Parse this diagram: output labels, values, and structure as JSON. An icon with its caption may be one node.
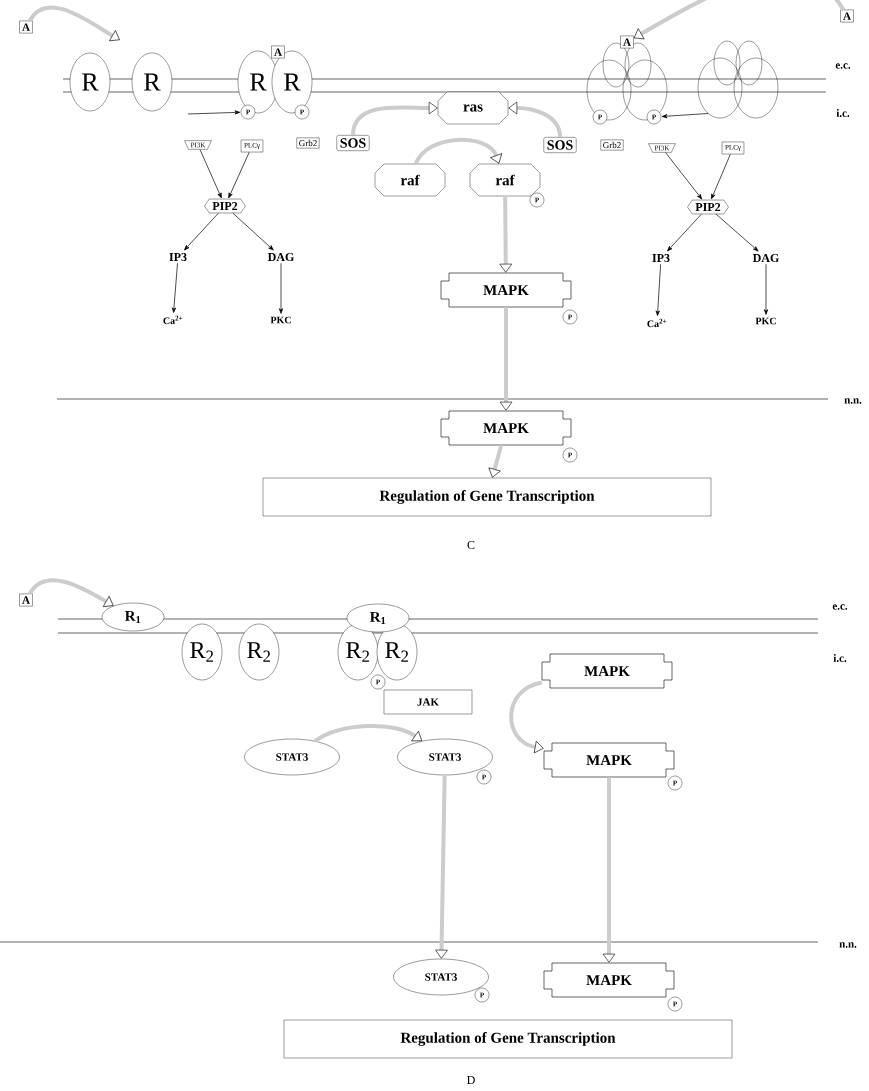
{
  "diagram": {
    "nodes": [
      {
        "text": [
          "A"
        ]
      },
      {
        "text": [
          "R"
        ]
      },
      {
        "text": [
          "R"
        ]
      },
      {
        "text": [
          "R"
        ]
      },
      {
        "text": [
          "R"
        ]
      },
      {
        "text": [
          "A"
        ]
      },
      {
        "text": [
          "P"
        ]
      },
      {
        "text": [
          "P"
        ]
      },
      {
        "text": [
          "PI3K"
        ]
      },
      {
        "text": [
          "PLCγ"
        ]
      },
      {
        "text": [
          "Grb2"
        ]
      },
      {
        "text": [
          "SOS"
        ]
      },
      {
        "text": [
          "ras"
        ]
      },
      {
        "text": [
          "raf"
        ]
      },
      {
        "text": [
          "raf"
        ]
      },
      {
        "text": [
          "P"
        ]
      },
      {
        "text": [
          "SOS"
        ]
      },
      {
        "text": [
          "Grb2"
        ]
      },
      {
        "text": [
          "A"
        ]
      },
      {
        "text": [
          "A"
        ]
      },
      {
        "text": [],
        "shape": "ellipse"
      },
      {
        "text": [
          "P"
        ]
      },
      {
        "text": [
          "P"
        ]
      },
      {
        "text": [],
        "shape": "ellipse"
      },
      {
        "text": [
          "PI3K"
        ]
      },
      {
        "text": [
          "PLCγ"
        ]
      },
      {
        "text": [
          "PIP2"
        ]
      },
      {
        "text": [
          "PIP2"
        ]
      },
      {
        "text": [
          "IP3"
        ]
      },
      {
        "text": [
          "DAG"
        ]
      },
      {
        "text": [
          "IP3"
        ]
      },
      {
        "text": [
          "DAG"
        ]
      },
      {
        "text": [
          "Ca$^{2+}$"
        ]
      },
      {
        "text": [
          "PKC"
        ]
      },
      {
        "text": [
          "Ca$^{2+}$"
        ]
      },
      {
        "text": [
          "PKC"
        ]
      },
      {
        "text": [
          "MAPK"
        ]
      },
      {
        "text": [
          "P"
        ]
      },
      {
        "text": [
          "MAPK"
        ]
      },
      {
        "text": [
          "P"
        ]
      },
      {
        "text": [
          "Regulation of Gene Transcription"
        ]
      },
      {
        "text": [
          "A"
        ]
      },
      {
        "text": [
          "R$_{1}$"
        ]
      },
      {
        "text": [
          "R$_{2}$"
        ]
      },
      {
        "text": [
          "R$_{2}$"
        ]
      },
      {
        "text": [
          "R$_{1}$"
        ]
      },
      {
        "text": [
          "R$_{2}$"
        ]
      },
      {
        "text": [
          "R$_{2}$"
        ]
      },
      {
        "text": [
          "P"
        ]
      },
      {
        "text": [
          "JAK"
        ]
      },
      {
        "text": [
          "STAT3"
        ]
      },
      {
        "text": [
          "STAT3"
        ]
      },
      {
        "text": [
          "P"
        ]
      },
      {
        "text": [
          "MAPK"
        ]
      },
      {
        "text": [
          "MAPK"
        ]
      },
      {
        "text": [
          "P"
        ]
      },
      {
        "text": [
          "STAT3"
        ]
      },
      {
        "text": [
          "P"
        ]
      },
      {
        "text": [
          "MAPK"
        ]
      },
      {
        "text": [
          "P"
        ]
      },
      {
        "text": [
          "Regulation of Gene Transcription"
        ]
      },
      {
        "text": [],
        "shape": "ellipse"
      },
      {
        "text": [],
        "shape": "ellipse"
      },
      {
        "text": [],
        "shape": "ellipse"
      },
      {
        "text": [],
        "shape": "ellipse"
      },
      {
        "text": [],
        "shape": "ellipse"
      },
      {
        "text": [],
        "shape": "ellipse"
      }
    ],
    "edges": [
      {
        "from": 0,
        "to": null,
        "arrow": "to",
        "style": "thick",
        "color": "#cccccc"
      },
      {
        "from": null,
        "to": 6,
        "arrow": "to"
      },
      {
        "from": 11,
        "to": 12,
        "arrow": "to",
        "style": "thick",
        "color": "#cccccc"
      },
      {
        "from": 16,
        "to": 12,
        "arrow": "to",
        "style": "thick",
        "color": "#cccccc"
      },
      {
        "from": 13,
        "to": 14,
        "arrow": "to",
        "style": "thick",
        "color": "#cccccc"
      },
      {
        "from": 18,
        "to": 19,
        "arrow": "to",
        "style": "thick",
        "color": "#cccccc"
      },
      {
        "from": 23,
        "to": 22,
        "arrow": "to"
      },
      {
        "from": 8,
        "to": 26,
        "arrow": "to"
      },
      {
        "from": 9,
        "to": 26,
        "arrow": "to"
      },
      {
        "from": 26,
        "to": 28,
        "arrow": "to"
      },
      {
        "from": 26,
        "to": 29,
        "arrow": "to"
      },
      {
        "from": 28,
        "to": 32,
        "arrow": "to"
      },
      {
        "from": 29,
        "to": 33,
        "arrow": "to"
      },
      {
        "from": 24,
        "to": 27,
        "arrow": "to"
      },
      {
        "from": 25,
        "to": 27,
        "arrow": "to"
      },
      {
        "from": 27,
        "to": 30,
        "arrow": "to"
      },
      {
        "from": 27,
        "to": 31,
        "arrow": "to"
      },
      {
        "from": 30,
        "to": 34,
        "arrow": "to"
      },
      {
        "from": 31,
        "to": 35,
        "arrow": "to"
      },
      {
        "from": 14,
        "to": 36,
        "arrow": "to",
        "style": "thick",
        "color": "#cccccc"
      },
      {
        "from": 36,
        "to": 38,
        "arrow": "to",
        "style": "thick",
        "color": "#cccccc"
      },
      {
        "from": 38,
        "to": 40,
        "arrow": "to",
        "style": "thick",
        "color": "#cccccc"
      },
      {
        "from": 41,
        "to": 42,
        "arrow": "to",
        "style": "thick",
        "color": "#cccccc"
      },
      {
        "from": 50,
        "to": 51,
        "arrow": "to",
        "style": "thick",
        "color": "#cccccc"
      },
      {
        "from": 53,
        "to": 54,
        "arrow": "to",
        "style": "thick",
        "color": "#cccccc"
      },
      {
        "from": 51,
        "to": 56,
        "arrow": "to",
        "style": "thick",
        "color": "#cccccc"
      },
      {
        "from": 54,
        "to": 58,
        "arrow": "to",
        "style": "thick",
        "color": "#cccccc"
      }
    ],
    "labels": [
      "e.c.",
      "i.c.",
      "n.n.",
      "C",
      "e.c.",
      "i.c.",
      "n.n.",
      "D"
    ]
  }
}
